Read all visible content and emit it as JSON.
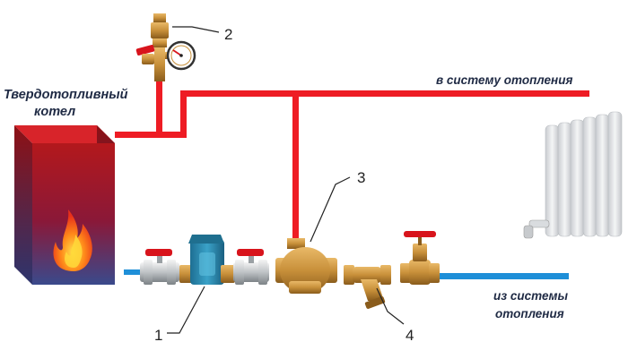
{
  "labels": {
    "boiler_line1": "Твердотопливный",
    "boiler_line2": "котел",
    "to_heating": "в систему отопления",
    "from_heating_line1": "из системы",
    "from_heating_line2": "отопления"
  },
  "callouts": {
    "n1": "1",
    "n2": "2",
    "n3": "3",
    "n4": "4"
  },
  "colors": {
    "supply_pipe": "#ee1c24",
    "return_pipe": "#1e8fd8",
    "boiler_body": "#c21a1a",
    "brass": "#c8923c",
    "valve_handle": "#d8141c",
    "pump_body": "#2e8fb4",
    "radiator": "#e6e8ea"
  }
}
